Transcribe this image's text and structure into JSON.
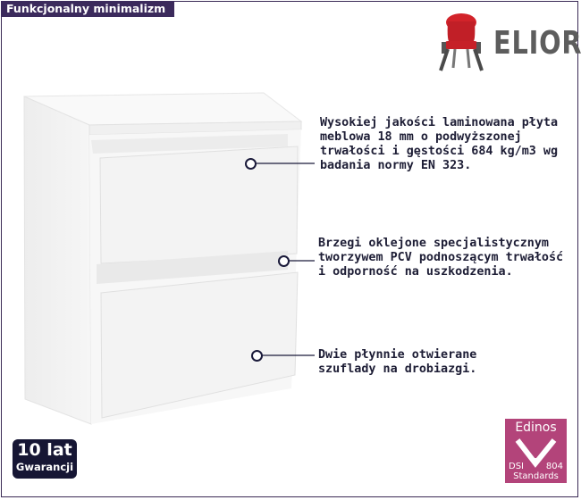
{
  "header": {
    "badge": "Funkcjonalny minimalizm"
  },
  "brand": {
    "name": "ELIOR",
    "icon": "chair-icon"
  },
  "callouts": [
    {
      "text": "Wysokiej jakości laminowana płyta meblowa 18 mm o podwyższonej trwałości i gęstości 684 kg/m3 wg badania normy EN 323."
    },
    {
      "text": "Brzegi oklejone specjalistycznym tworzywem PCV podnoszącym trwałość i odporność na uszkodzenia."
    },
    {
      "text": "Dwie płynnie otwierane szuflady na drobiazgi."
    }
  ],
  "warranty": {
    "years": "10 lat",
    "label": "Gwarancji"
  },
  "certificate": {
    "brand": "Edinos",
    "left": "DSI",
    "right": "804",
    "footer": "Standards"
  },
  "colors": {
    "accent": "#3b2a5c",
    "certificate": "#b3447a",
    "warranty": "#161634"
  }
}
